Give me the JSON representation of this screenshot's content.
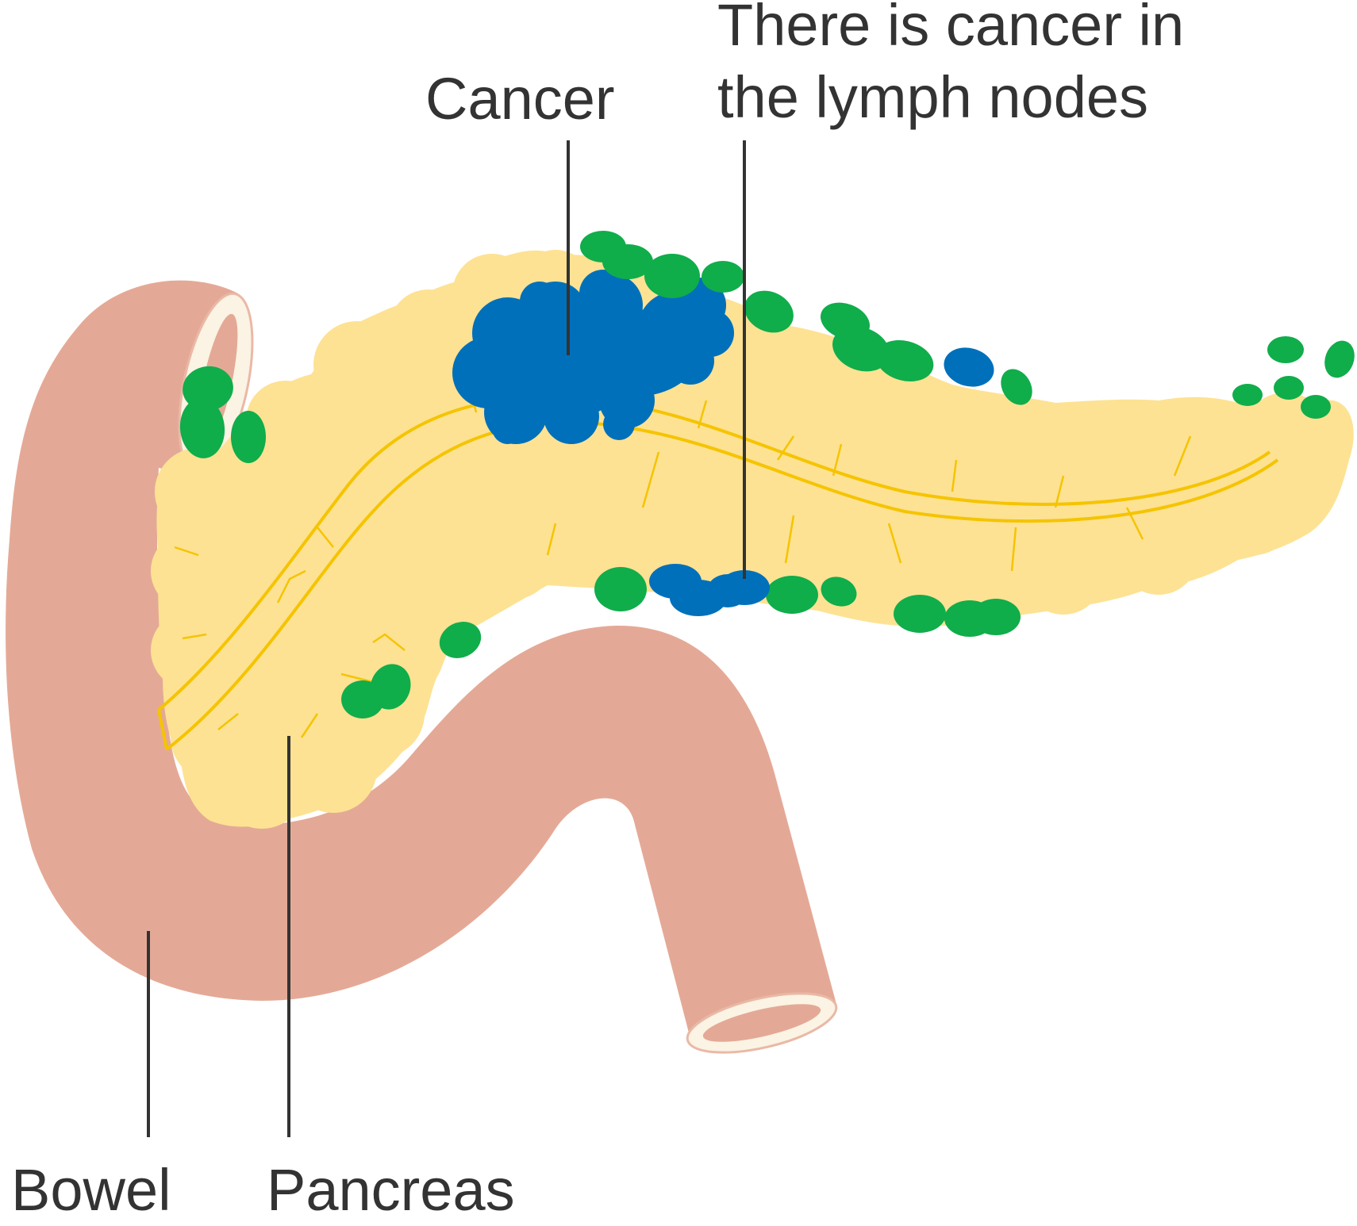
{
  "labels": {
    "cancer": "Cancer",
    "lymph_nodes_line1": "There is cancer in",
    "lymph_nodes_line2": "the lymph nodes",
    "bowel": "Bowel",
    "pancreas": "Pancreas"
  },
  "colors": {
    "bowel": "#e4a996",
    "bowel_opening_rim": "#fbf3e4",
    "bowel_opening_edge": "#e9b9a6",
    "pancreas": "#fde293",
    "pancreas_duct": "#f5c400",
    "lymph_node_healthy": "#10ad4b",
    "lymph_node_cancer": "#0070bb",
    "tumour": "#0070bb",
    "pointer_line": "#333333",
    "text": "#333333"
  }
}
